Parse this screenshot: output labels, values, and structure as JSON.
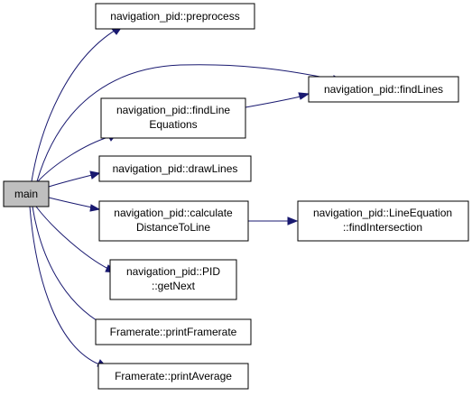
{
  "graph": {
    "colors": {
      "edge": "#191970",
      "root_fill": "#bfbfbf",
      "node_fill": "#ffffff",
      "node_border": "#000000"
    },
    "nodes": {
      "main": {
        "lines": [
          "main"
        ]
      },
      "preprocess": {
        "lines": [
          "navigation_pid::preprocess"
        ]
      },
      "findlines": {
        "lines": [
          "navigation_pid::findLines"
        ]
      },
      "findlineequations": {
        "lines": [
          "navigation_pid::findLine",
          "Equations"
        ]
      },
      "drawlines": {
        "lines": [
          "navigation_pid::drawLines"
        ]
      },
      "calcdistance": {
        "lines": [
          "navigation_pid::calculate",
          "DistanceToLine"
        ]
      },
      "findintersection": {
        "lines": [
          "navigation_pid::LineEquation",
          "::findIntersection"
        ]
      },
      "pidgetnext": {
        "lines": [
          "navigation_pid::PID",
          "::getNext"
        ]
      },
      "printframerate": {
        "lines": [
          "Framerate::printFramerate"
        ]
      },
      "printaverage": {
        "lines": [
          "Framerate::printAverage"
        ]
      }
    },
    "edges": [
      [
        "main",
        "preprocess"
      ],
      [
        "main",
        "findlines"
      ],
      [
        "main",
        "findlineequations"
      ],
      [
        "main",
        "drawlines"
      ],
      [
        "main",
        "calcdistance"
      ],
      [
        "main",
        "pidgetnext"
      ],
      [
        "main",
        "printframerate"
      ],
      [
        "main",
        "printaverage"
      ],
      [
        "findlineequations",
        "findlines"
      ],
      [
        "calcdistance",
        "findintersection"
      ]
    ]
  }
}
